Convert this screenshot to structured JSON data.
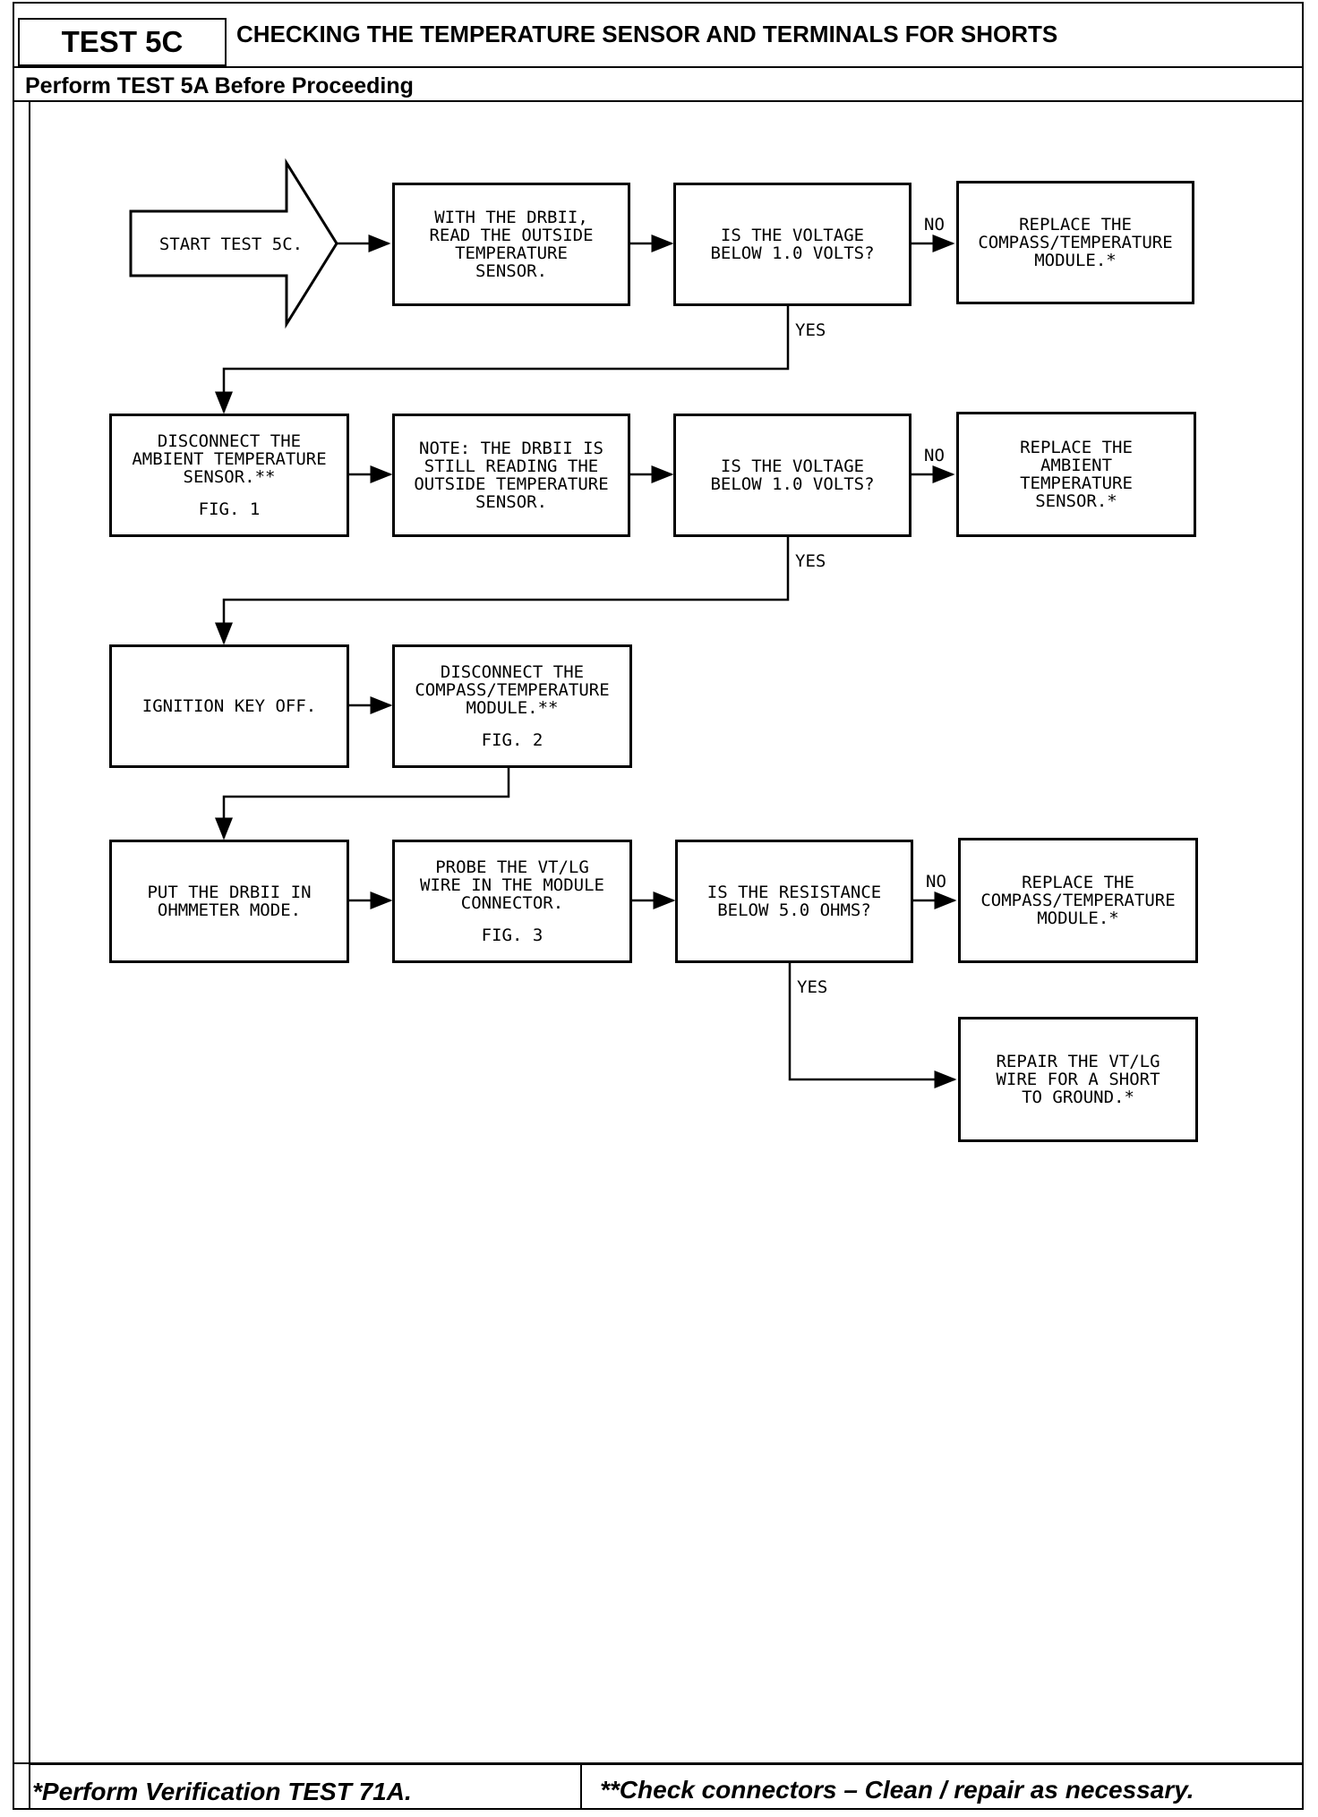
{
  "header": {
    "test_id": "TEST 5C",
    "title": "CHECKING THE TEMPERATURE SENSOR AND TERMINALS FOR SHORTS",
    "subtitle": "Perform TEST 5A Before Proceeding"
  },
  "flow": {
    "start": "START TEST 5C.",
    "read_sensor": [
      "WITH THE DRBII,",
      "READ THE OUTSIDE",
      "TEMPERATURE",
      "SENSOR."
    ],
    "q1": [
      "IS THE VOLTAGE",
      "BELOW 1.0 VOLTS?"
    ],
    "replace_module_1": [
      "REPLACE THE",
      "COMPASS/TEMPERATURE",
      "MODULE.*"
    ],
    "disconnect_ambient": [
      "DISCONNECT THE",
      "AMBIENT TEMPERATURE",
      "SENSOR.**"
    ],
    "fig1": "FIG. 1",
    "note": [
      "NOTE:  THE DRBII IS",
      "STILL READING THE",
      "OUTSIDE TEMPERATURE",
      "SENSOR."
    ],
    "q2": [
      "IS THE VOLTAGE",
      "BELOW 1.0 VOLTS?"
    ],
    "replace_ambient": [
      "REPLACE THE",
      "AMBIENT",
      "TEMPERATURE",
      "SENSOR.*"
    ],
    "ignition_off": "IGNITION KEY OFF.",
    "disconnect_module": [
      "DISCONNECT THE",
      "COMPASS/TEMPERATURE",
      "MODULE.**"
    ],
    "fig2": "FIG. 2",
    "ohmmeter": [
      "PUT THE DRBII IN",
      "OHMMETER MODE."
    ],
    "probe": [
      "PROBE THE VT/LG",
      "WIRE IN THE MODULE",
      "CONNECTOR."
    ],
    "fig3": "FIG. 3",
    "q3": [
      "IS THE RESISTANCE",
      "BELOW 5.0 OHMS?"
    ],
    "replace_module_2": [
      "REPLACE THE",
      "COMPASS/TEMPERATURE",
      "MODULE.*"
    ],
    "repair": [
      "REPAIR THE VT/LG",
      "WIRE FOR A SHORT",
      "TO GROUND.*"
    ],
    "no_label": "NO",
    "yes_label": "YES"
  },
  "footer": {
    "left": "*Perform Verification TEST 71A.",
    "right": "**Check connectors – Clean / repair as necessary."
  }
}
